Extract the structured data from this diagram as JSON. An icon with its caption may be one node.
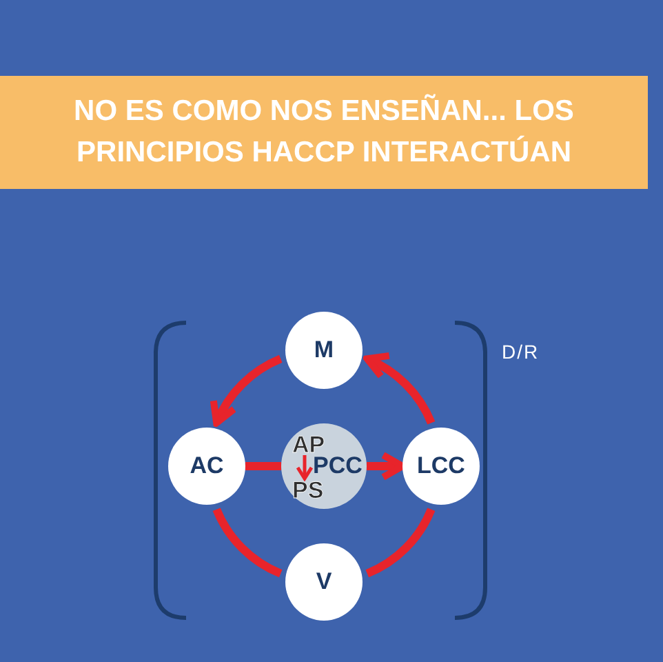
{
  "diagram": {
    "title": "NO ES COMO NOS ENSEÑAN... LOS PRINCIPIOS HACCP INTERACTÚAN",
    "nodes": [
      {
        "text": [
          "M"
        ]
      },
      {
        "text": [
          "AC"
        ]
      },
      {
        "text": [
          "PCC"
        ]
      },
      {
        "text": [
          "AP"
        ],
        "in": 2
      },
      {
        "text": [
          "PS"
        ],
        "in": 2
      },
      {
        "text": [
          "LCC"
        ]
      },
      {
        "text": [
          "V"
        ]
      }
    ],
    "edges": [
      {
        "from": 5,
        "to": 0,
        "arrow": "to"
      },
      {
        "from": 0,
        "to": 1,
        "arrow": "to"
      },
      {
        "from": 1,
        "to": 2,
        "arrow": "none"
      },
      {
        "from": 2,
        "to": 5,
        "arrow": "to"
      },
      {
        "from": 3,
        "to": 4,
        "arrow": "to"
      },
      {
        "from": 1,
        "to": 6,
        "arrow": "none"
      },
      {
        "from": 6,
        "to": 5,
        "arrow": "none"
      }
    ],
    "labels": [
      "D/R"
    ]
  }
}
